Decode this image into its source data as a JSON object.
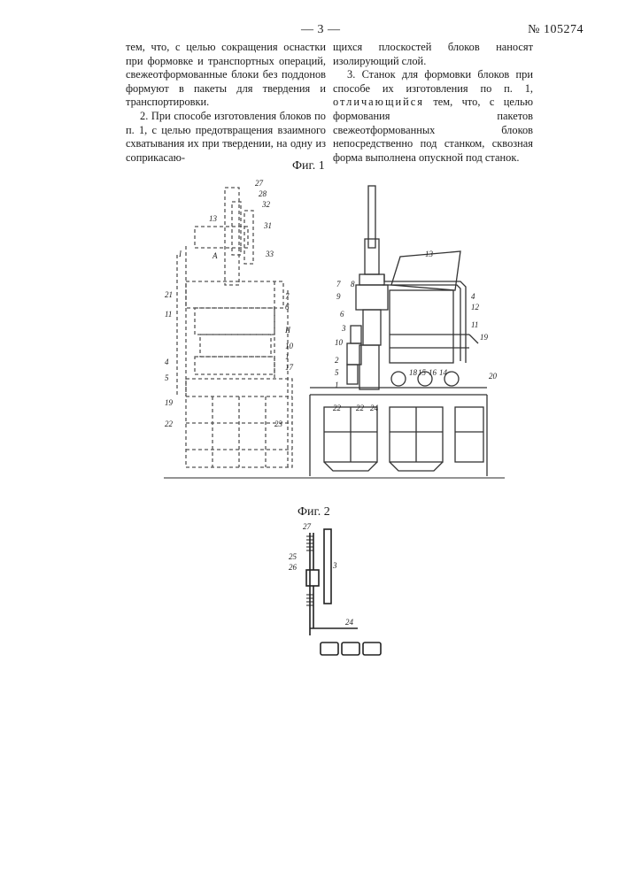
{
  "header": {
    "page_number": "— 3 —",
    "patent_number": "№ 105274"
  },
  "left_column": {
    "p1": "тем, что, с целью сокращения оснастки при формовке и транспортных операций, свежеотформованные блоки без поддонов формуют в пакеты для твердения и транспортировки.",
    "p2": "2. При способе изготовления блоков по п. 1, с целью предотвращения взаимного схватывания их при твердении, на одну из соприкасаю-"
  },
  "right_column": {
    "p1": "щихся плоскостей блоков наносят изолирующий слой.",
    "p2_start": "3. Станок для формовки блоков при способе их изготовления по п. 1,",
    "p2_spaced": "отличающийся",
    "p2_end": "тем, что, с целью формования пакетов свежеотформованных блоков непосредственно под станком, сквозная форма выполнена опускной под станок."
  },
  "figures": {
    "fig1_caption": "Фиг. 1",
    "fig2_caption": "Фиг. 2",
    "fig1_labels_left": [
      "27",
      "28",
      "32",
      "31",
      "33",
      "13",
      "21",
      "11",
      "7",
      "6",
      "II",
      "10",
      "1",
      "4",
      "5",
      "17",
      "19",
      "22",
      "23",
      "I",
      "A"
    ],
    "fig1_labels_right": [
      "13",
      "7",
      "8",
      "9",
      "6",
      "3",
      "10",
      "2",
      "5",
      "1",
      "4",
      "12",
      "11",
      "19",
      "15",
      "16",
      "14",
      "18",
      "20",
      "22",
      "22",
      "24"
    ],
    "fig2_labels": [
      "27",
      "25",
      "26",
      "3",
      "24"
    ]
  }
}
